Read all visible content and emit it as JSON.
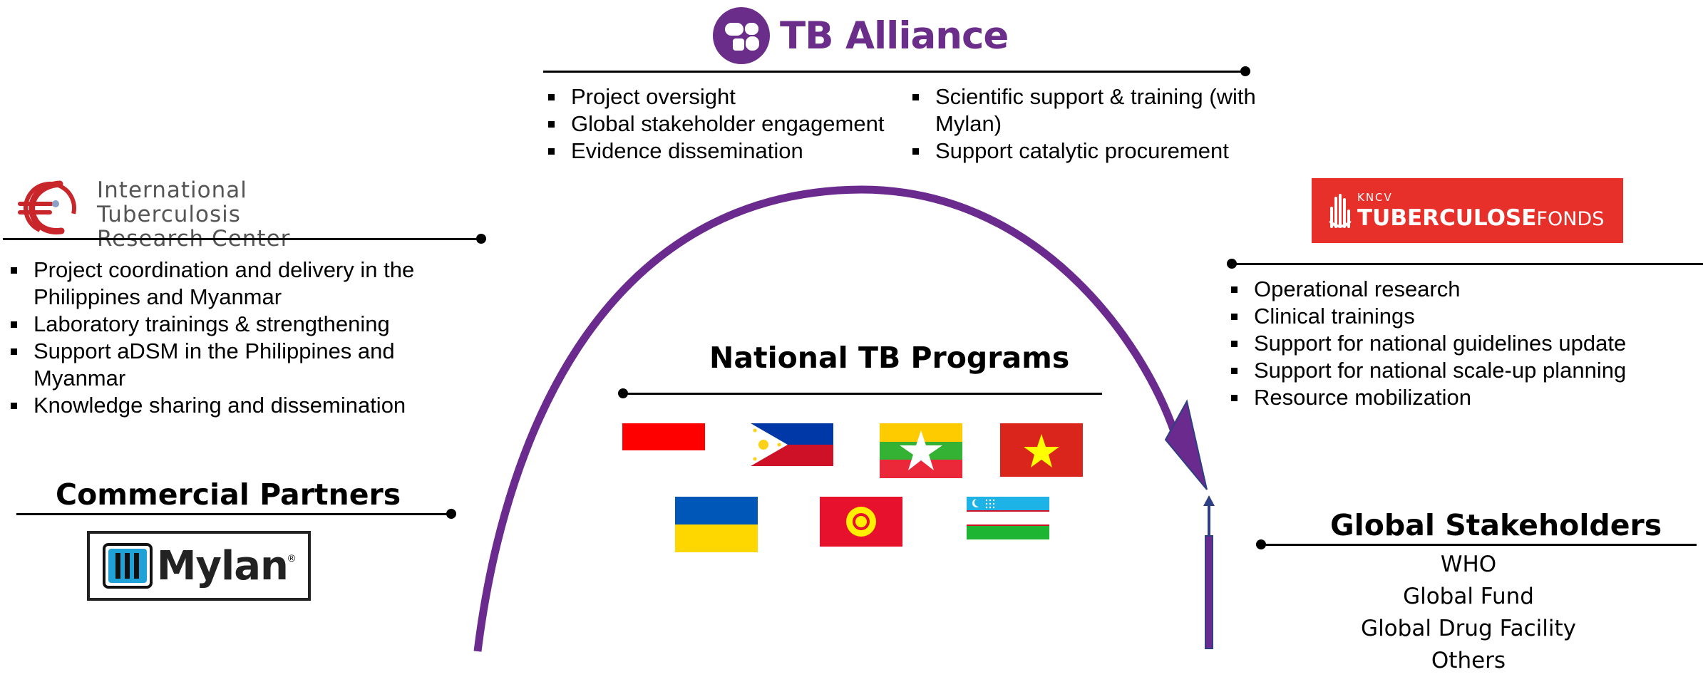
{
  "tb_alliance": {
    "logo_name": "TB Alliance",
    "left_items": [
      "Project oversight",
      "Global stakeholder engagement",
      "Evidence dissemination"
    ],
    "right_items": [
      "Scientific support & training (with Mylan)",
      "Support catalytic procurement"
    ]
  },
  "itrc": {
    "logo_line1": "International Tuberculosis",
    "logo_line2": "Research Center",
    "items": [
      "Project coordination and delivery in the Philippines and Myanmar",
      "Laboratory trainings & strengthening",
      "Support aDSM in the Philippines and Myanmar",
      "Knowledge sharing and dissemination"
    ]
  },
  "kncv": {
    "logo_small": "KNCV",
    "logo_bold": "TUBERCULOSE",
    "logo_light": "FONDS",
    "items": [
      "Operational research",
      "Clinical trainings",
      "Support for national guidelines update",
      "Support for national scale-up planning",
      "Resource mobilization"
    ]
  },
  "commercial": {
    "title": "Commercial Partners",
    "logo_name": "Mylan",
    "logo_mark": "®"
  },
  "national": {
    "title": "National TB Programs",
    "flags": [
      "indonesia-flag",
      "philippines-flag",
      "myanmar-flag",
      "vietnam-flag",
      "ukraine-flag",
      "kyrgyzstan-flag",
      "uzbekistan-flag"
    ]
  },
  "global": {
    "title": "Global Stakeholders",
    "items": [
      "WHO",
      "Global Fund",
      "Global Drug Facility",
      "Others"
    ]
  },
  "colors": {
    "tb_purple": "#6b2d8a",
    "arrow_purple": "#6a2a8e",
    "arrow_blue": "#2e3f84",
    "kncv_red": "#e8302a",
    "itrc_red": "#c8262b"
  }
}
